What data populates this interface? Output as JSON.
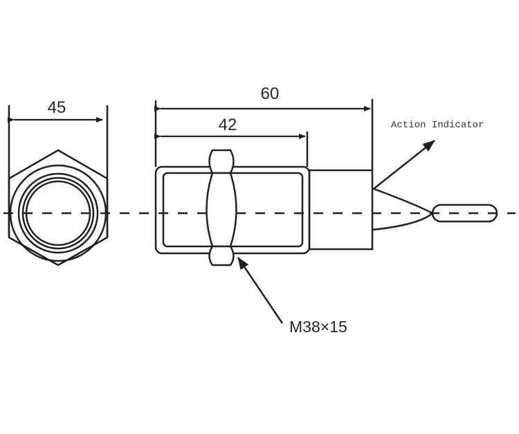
{
  "dimensions": {
    "hex_width": "45",
    "overall_length": "60",
    "body_length": "42"
  },
  "labels": {
    "action_indicator": "Action Indicator",
    "thread": "M38×15"
  },
  "colors": {
    "line": "#231f20",
    "background": "#ffffff"
  }
}
